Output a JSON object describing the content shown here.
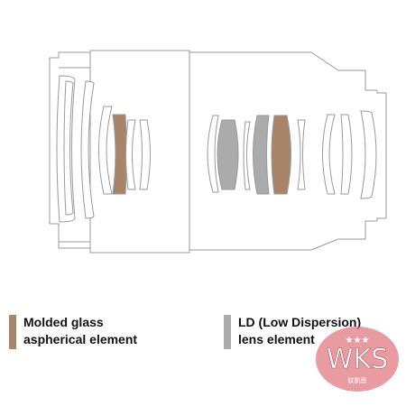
{
  "colors": {
    "molded_glass": "#a88468",
    "ld_glass": "#ababab",
    "outline": "#9a9a9a",
    "watermark": "#e07a82"
  },
  "legend": {
    "molded": {
      "line1": "Molded glass",
      "line2": "aspherical element"
    },
    "ld": {
      "line1": "LD (Low Dispersion)",
      "line2": "lens element"
    }
  },
  "watermark": {
    "text": "WKS",
    "subtext": "紋凱思",
    "stars": "★★★"
  }
}
